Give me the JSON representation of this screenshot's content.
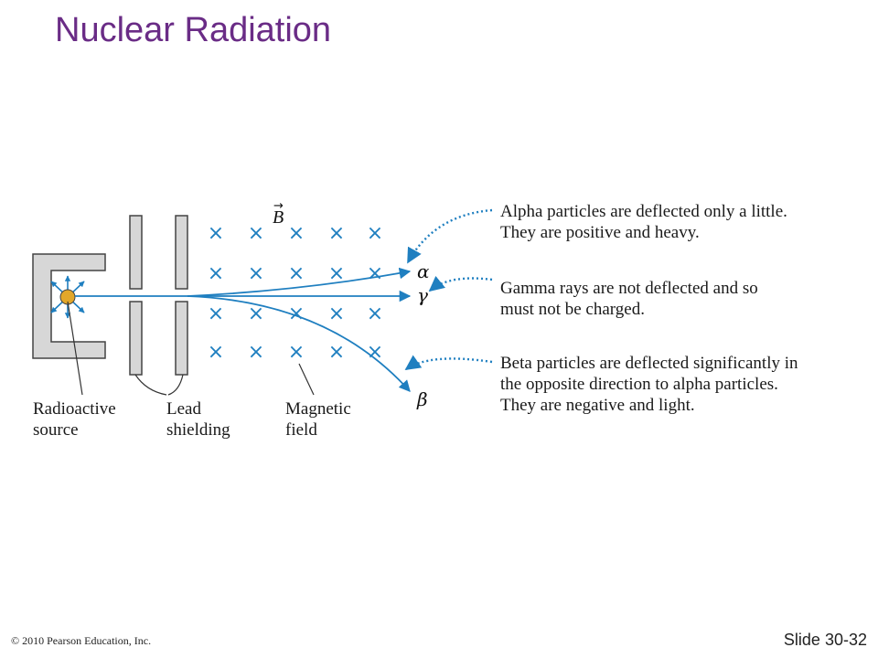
{
  "title": "Nuclear Radiation",
  "labels": {
    "source": [
      "Radioactive",
      "source"
    ],
    "shielding": [
      "Lead",
      "shielding"
    ],
    "field": [
      "Magnetic",
      "field"
    ],
    "b_field": "B",
    "b_vector": "→",
    "alpha": "α",
    "gamma": "γ",
    "beta": "β",
    "field_mark": "×"
  },
  "callouts": {
    "alpha": [
      "Alpha particles are deflected only a little.",
      "They are positive and heavy."
    ],
    "gamma": [
      "Gamma rays are not deflected and so",
      "must not be charged."
    ],
    "beta": [
      "Beta particles are deflected significantly in",
      "the opposite direction to alpha particles.",
      "They are negative and light."
    ]
  },
  "colors": {
    "title": "#6a2c86",
    "beam": "#1f7fc0",
    "shield_fill": "#d7d7d7",
    "source_fill": "#e2a72a"
  },
  "footer": {
    "copyright": "© 2010 Pearson Education, Inc.",
    "slide_number": "Slide 30-32"
  }
}
